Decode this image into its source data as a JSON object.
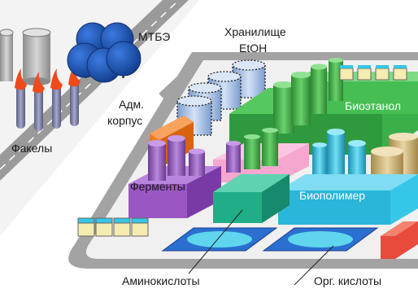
{
  "labels": {
    "flares": "Факелы",
    "mtbe": "МТБЭ",
    "storage_line1": "Хранилище",
    "storage_line2": "EtOH",
    "admin_line1": "Адм.",
    "admin_line2": "корпус",
    "bioethanol": "Биоэтанол",
    "enzymes": "Ферменты",
    "biopolymer": "Биополимер",
    "amino_acids": "Аминокислоты",
    "organic_acids": "Орг. кислоты"
  },
  "colors": {
    "road": "#9a9a9a",
    "ground": "#f7f7f7",
    "flame": "#f04a1a",
    "mtbe_spheres": "#1f56b8",
    "storage_tanks": "#a9c3ea",
    "bioethanol_plant": "#3bb04a",
    "admin_building": "#f07a1e",
    "enzymes_plant": "#9a57c4",
    "pink_plant": "#f5a7cf",
    "biopolymer_plant": "#35c6e8",
    "amino_acids_plant": "#1fae86",
    "ponds": "#2b6fd0",
    "tan_tanks": "#d9c08a",
    "yellow_units": "#f4ecb0",
    "red_unit": "#e84a3c"
  }
}
